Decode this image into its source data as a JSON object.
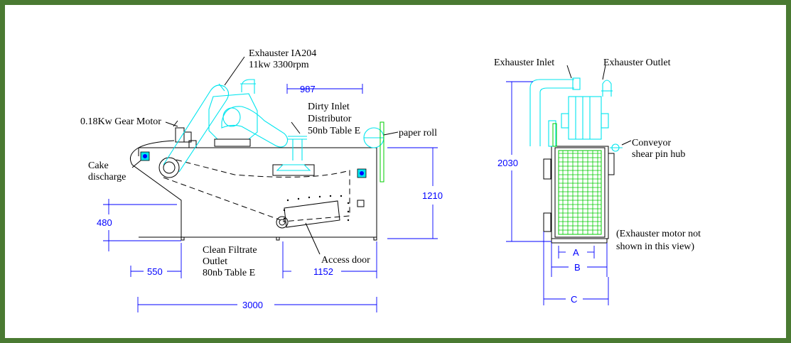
{
  "side_view": {
    "labels": {
      "exhauster_line1": "Exhauster IA204",
      "exhauster_line2": "11kw 3300rpm",
      "gear_motor": "0.18Kw Gear Motor",
      "dirty_inlet_line1": "Dirty Inlet",
      "dirty_inlet_line2": "Distributor",
      "dirty_inlet_line3": "50nb Table E",
      "paper_roll": "paper roll",
      "cake_line1": "Cake",
      "cake_line2": "discharge",
      "clean_line1": "Clean Filtrate",
      "clean_line2": "Outlet",
      "clean_line3": "80nb Table E",
      "access_door": "Access door"
    },
    "dimensions": {
      "top_width": "987",
      "height": "1210",
      "left_height": "480",
      "left_offset": "550",
      "outlet_offset": "1152",
      "overall_length": "3000"
    }
  },
  "end_view": {
    "labels": {
      "exhauster_inlet": "Exhauster Inlet",
      "exhauster_outlet": "Exhauster Outlet",
      "conveyor_line1": "Conveyor",
      "conveyor_line2": "shear pin hub",
      "note_line1": "(Exhauster motor not",
      "note_line2": "shown in this view)"
    },
    "dimensions": {
      "height": "2030",
      "a": "A",
      "b": "B",
      "c": "C"
    }
  },
  "colors": {
    "border": "#4a7a32",
    "outline": "#000000",
    "exhauster": "#00e5ee",
    "dimension": "#0000ff",
    "filter_media": "#00cc00"
  }
}
